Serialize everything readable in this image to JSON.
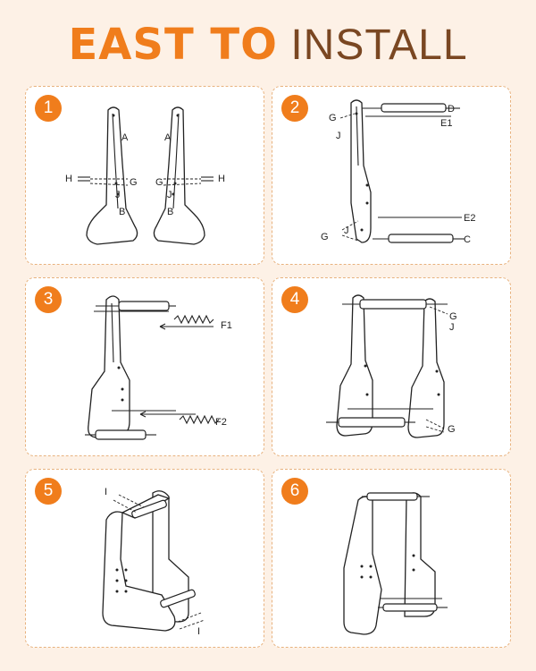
{
  "title": {
    "part1": "EAST TO",
    "part2": "INSTALL"
  },
  "steps": [
    {
      "number": "1",
      "labels": {
        "a_left": "A",
        "a_right": "A",
        "h_left": "H",
        "h_right": "H",
        "g_left": "G",
        "g_right": "G",
        "j_left": "J",
        "j_right": "J",
        "b_left": "B",
        "b_right": "B"
      }
    },
    {
      "number": "2",
      "labels": {
        "g_top": "G",
        "d": "D",
        "e1": "E1",
        "j_top": "J",
        "e2": "E2",
        "g_bottom": "G",
        "j_bottom": "J",
        "c": "C"
      }
    },
    {
      "number": "3",
      "labels": {
        "f1": "F1",
        "f2": "F2"
      }
    },
    {
      "number": "4",
      "labels": {
        "g_top": "G",
        "j_top": "J",
        "g_bottom": "G"
      }
    },
    {
      "number": "5",
      "labels": {
        "i_top": "I",
        "i_bottom": "I"
      }
    },
    {
      "number": "6",
      "labels": {}
    }
  ],
  "colors": {
    "accent": "#f07d1c",
    "brown": "#7a4722",
    "panel_border": "#e8b27e",
    "background": "#fdf1e6"
  }
}
